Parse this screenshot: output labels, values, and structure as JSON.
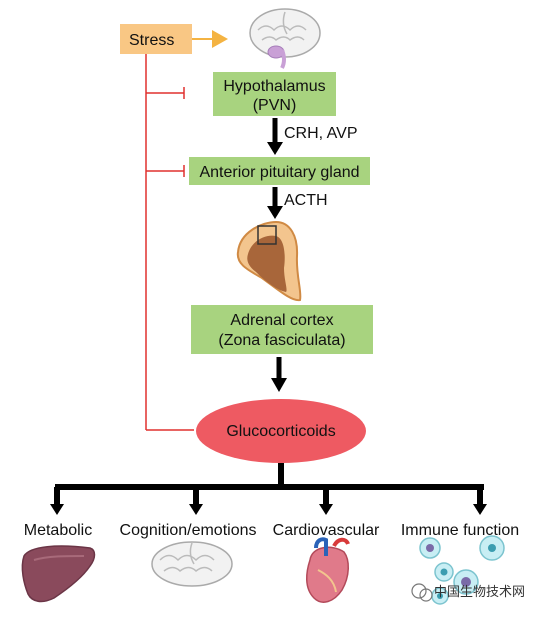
{
  "nodes": {
    "stress": "Stress",
    "hypothalamus_line1": "Hypothalamus",
    "hypothalamus_line2": "(PVN)",
    "pituitary": "Anterior pituitary gland",
    "adrenal_line1": "Adrenal cortex",
    "adrenal_line2": "(Zona fasciculata)",
    "glucocorticoids": "Glucocorticoids"
  },
  "arrow_labels": {
    "crh_avp": "CRH, AVP",
    "acth": "ACTH"
  },
  "targets": [
    {
      "label": "Metabolic",
      "icon": "liver-icon"
    },
    {
      "label": "Cognition/emotions",
      "icon": "brain-icon"
    },
    {
      "label": "Cardiovascular",
      "icon": "heart-icon"
    },
    {
      "label": "Immune function",
      "icon": "immune-cells-icon"
    }
  ],
  "watermark": "中国生物技术网",
  "colors": {
    "stress_box": "#f9c784",
    "green_box": "#a8d37f",
    "glucocorticoid_ellipse": "#ee5a62",
    "inhibition_line": "#e0302f",
    "stress_arrow": "#f4b342"
  }
}
